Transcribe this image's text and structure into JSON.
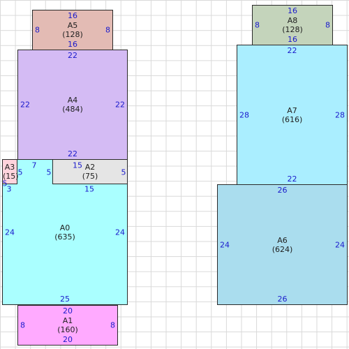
{
  "rooms": {
    "a0": {
      "name": "A0",
      "area": "(635)",
      "top": "",
      "bottom": "25",
      "left": "24",
      "right": "24",
      "color": "#aaffff"
    },
    "a1": {
      "name": "A1",
      "area": "(160)",
      "top": "20",
      "bottom": "20",
      "left": "8",
      "right": "8",
      "color": "#ffaaff"
    },
    "a2": {
      "name": "A2",
      "area": "(75)",
      "top": "15",
      "bottom": "15",
      "left": "5",
      "right": "5",
      "color": "#e5e5e5"
    },
    "a3": {
      "name": "A3",
      "area": "(15)",
      "top": "",
      "bottom": "3",
      "left": "5",
      "right": "5",
      "color": "#ffd4dd"
    },
    "a4": {
      "name": "A4",
      "area": "(484)",
      "top": "22",
      "bottom": "22",
      "left": "22",
      "right": "22",
      "color": "#d4bbf4"
    },
    "a5": {
      "name": "A5",
      "area": "(128)",
      "top": "16",
      "bottom": "16",
      "left": "8",
      "right": "8",
      "color": "#e3bbb4"
    },
    "a6": {
      "name": "A6",
      "area": "(624)",
      "top": "26",
      "bottom": "26",
      "left": "24",
      "right": "24",
      "color": "#aaddee"
    },
    "a7": {
      "name": "A7",
      "area": "(616)",
      "top": "22",
      "bottom": "22",
      "left": "28",
      "right": "28",
      "color": "#aaeeff"
    },
    "a8": {
      "name": "A8",
      "area": "(128)",
      "top": "16",
      "bottom": "16",
      "left": "8",
      "right": "8",
      "color": "#c4d4bb"
    }
  },
  "extra_dims": {
    "a0_step": "7"
  }
}
